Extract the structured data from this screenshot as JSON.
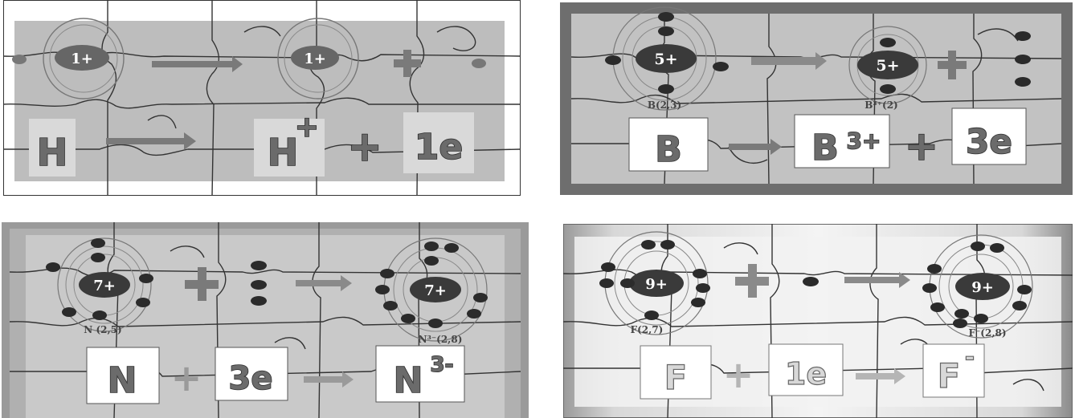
{
  "panels": {
    "hydrogen": {
      "nucleus_charge": "1+",
      "product_charge": "1+",
      "reactant_symbol": "H",
      "product_symbol": "H",
      "product_superscript": "+",
      "plus": "+",
      "electron_term": "1e"
    },
    "boron": {
      "nucleus_charge": "5+",
      "product_charge": "5+",
      "reactant_config": "B(2,3)",
      "product_config": "B³⁺(2)",
      "reactant_symbol": "B",
      "product_symbol": "B",
      "product_superscript": "3+",
      "plus": "+",
      "electron_term": "3e"
    },
    "nitrogen": {
      "nucleus_charge": "7+",
      "product_charge": "7+",
      "reactant_config": "N (2,5)",
      "product_config": "N³⁻(2,8)",
      "reactant_symbol": "N",
      "plus": "+",
      "electron_term": "3e",
      "product_symbol": "N",
      "product_superscript": "3-"
    },
    "fluorine": {
      "nucleus_charge": "9+",
      "product_charge": "9+",
      "reactant_config": "F(2,7)",
      "product_config": "F⁻(2,8)",
      "reactant_symbol": "F",
      "plus": "+",
      "electron_term": "1e",
      "product_symbol": "F",
      "product_superscript": "-"
    }
  },
  "colors": {
    "nucleus": "#333333",
    "electron": "#2b2b2b",
    "arrow": "#8a8a8a",
    "panel_bg": "#bdbdbd",
    "frame": "#7a7a7a"
  }
}
